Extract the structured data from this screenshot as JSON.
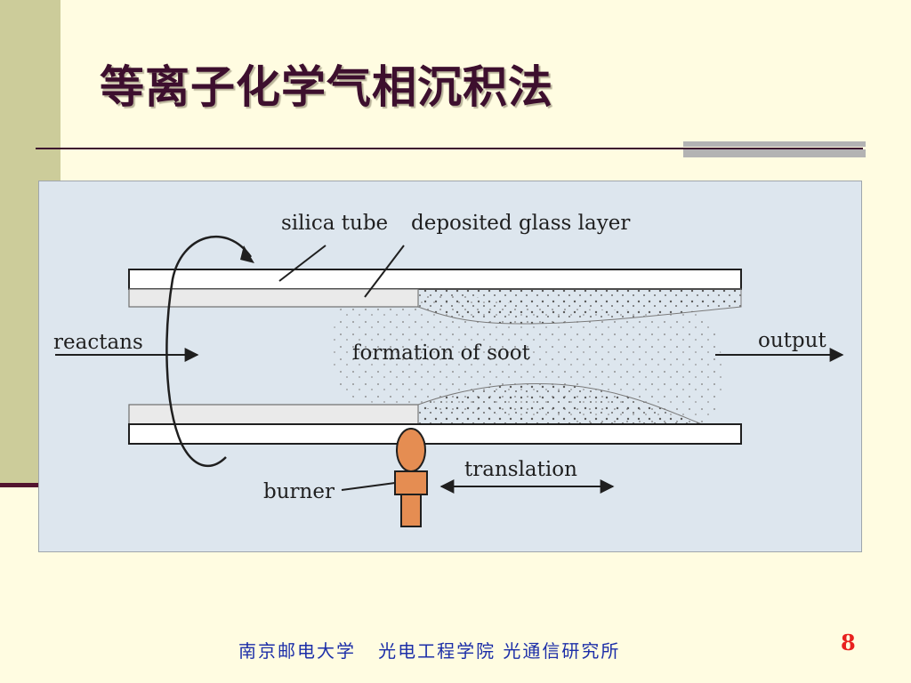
{
  "slide": {
    "title": "等离子化学气相沉积法",
    "footer": "南京邮电大学   光电工程学院 光通信研究所",
    "page_number": "8"
  },
  "diagram": {
    "labels": {
      "silica_tube": "silica tube",
      "deposited_glass_layer": "deposited glass layer",
      "reactans": "reactans",
      "formation_of_soot": "formation of soot",
      "output": "output",
      "translation": "translation",
      "burner": "burner"
    },
    "colors": {
      "burner": "#E58D52",
      "tube": "#FFFFFF",
      "glass_layer": "#EAEAEA",
      "background": "#DDE6EE"
    }
  }
}
